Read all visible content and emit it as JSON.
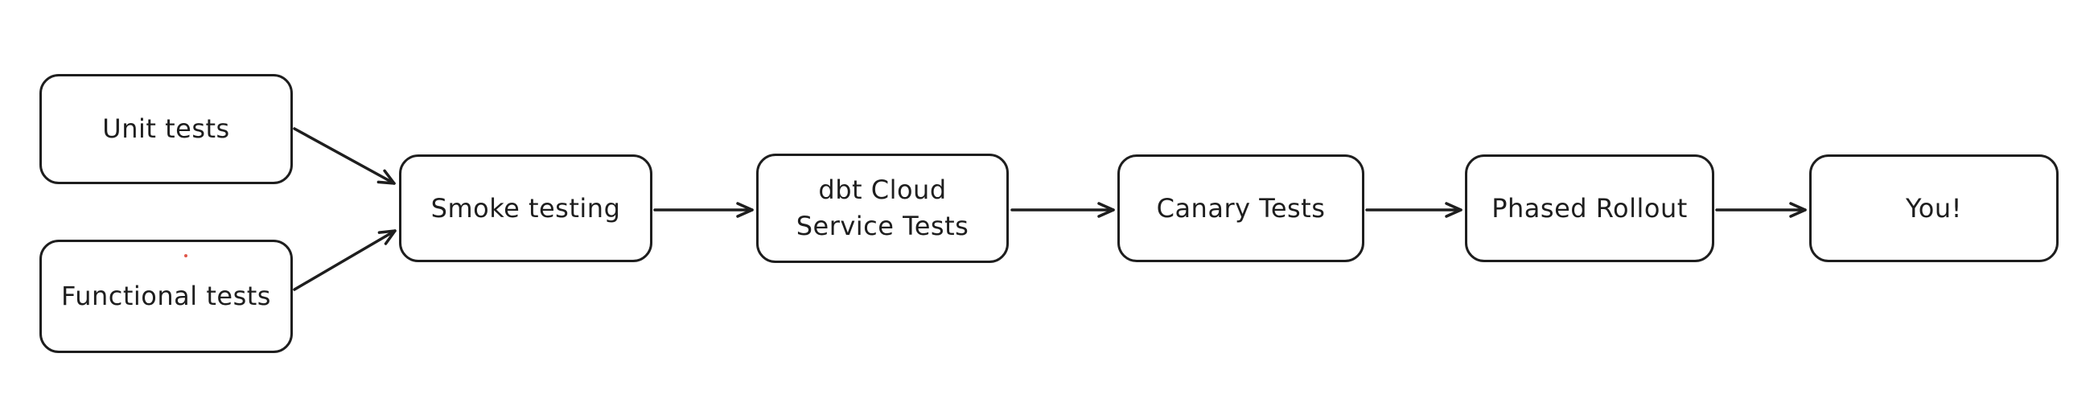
{
  "diagram": {
    "type": "flowchart",
    "background_color": "#ffffff",
    "stroke_color": "#1e1e1e",
    "artifact_dot_color": "#e0564a",
    "nodes": [
      {
        "id": "unit-tests",
        "label": "Unit tests"
      },
      {
        "id": "functional-tests",
        "label": "Functional tests"
      },
      {
        "id": "smoke-testing",
        "label": "Smoke testing"
      },
      {
        "id": "dbt-cloud-service-tests",
        "label": "dbt Cloud\nService Tests"
      },
      {
        "id": "canary-tests",
        "label": "Canary Tests"
      },
      {
        "id": "phased-rollout",
        "label": "Phased Rollout"
      },
      {
        "id": "you",
        "label": "You!"
      }
    ],
    "edges": [
      {
        "from": "unit-tests",
        "to": "smoke-testing"
      },
      {
        "from": "functional-tests",
        "to": "smoke-testing"
      },
      {
        "from": "smoke-testing",
        "to": "dbt-cloud-service-tests"
      },
      {
        "from": "dbt-cloud-service-tests",
        "to": "canary-tests"
      },
      {
        "from": "canary-tests",
        "to": "phased-rollout"
      },
      {
        "from": "phased-rollout",
        "to": "you"
      }
    ]
  }
}
